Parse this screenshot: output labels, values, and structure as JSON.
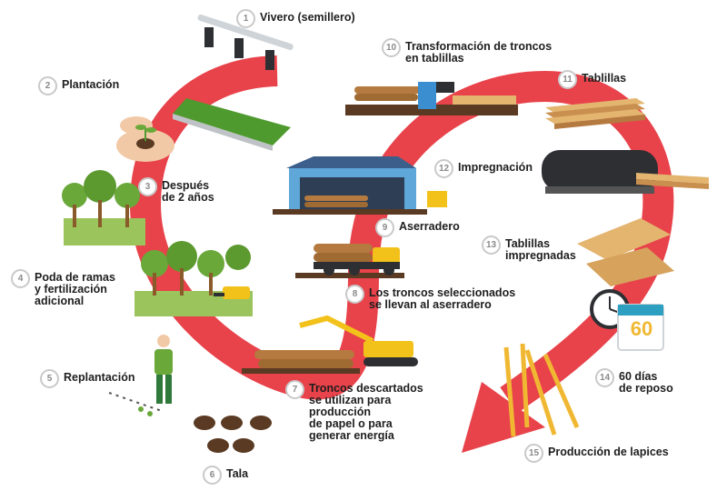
{
  "steps": [
    {
      "n": "1",
      "label": "Vivero (semillero)"
    },
    {
      "n": "2",
      "label": "Plantación"
    },
    {
      "n": "3",
      "label": "Después\nde 2 años"
    },
    {
      "n": "4",
      "label": "Poda de ramas\ny fertilización\nadicional"
    },
    {
      "n": "5",
      "label": "Replantación"
    },
    {
      "n": "6",
      "label": "Tala"
    },
    {
      "n": "7",
      "label": "Troncos descartados\nse utilizan para\nproducción\nde papel o para\ngenerar energía"
    },
    {
      "n": "8",
      "label": "Los troncos seleccionados\nse llevan al aserradero"
    },
    {
      "n": "9",
      "label": "Aserradero"
    },
    {
      "n": "10",
      "label": "Transformación de troncos\nen tablillas"
    },
    {
      "n": "11",
      "label": "Tablillas"
    },
    {
      "n": "12",
      "label": "Impregnación"
    },
    {
      "n": "13",
      "label": "Tablillas\nimpregnadas"
    },
    {
      "n": "14",
      "label": "60 días\nde reposo"
    },
    {
      "n": "15",
      "label": "Producción de lapices"
    }
  ],
  "calendar_day": "60",
  "colors": {
    "arrow": "#e8424a",
    "arrow_shadow": "#c0333a",
    "wood": "#b57a3f",
    "wood_light": "#e3b56f",
    "machine_yellow": "#f2c21a",
    "pencil": "#f0b832",
    "leaf": "#6aa83a",
    "badge_border": "#c9c9c9"
  }
}
